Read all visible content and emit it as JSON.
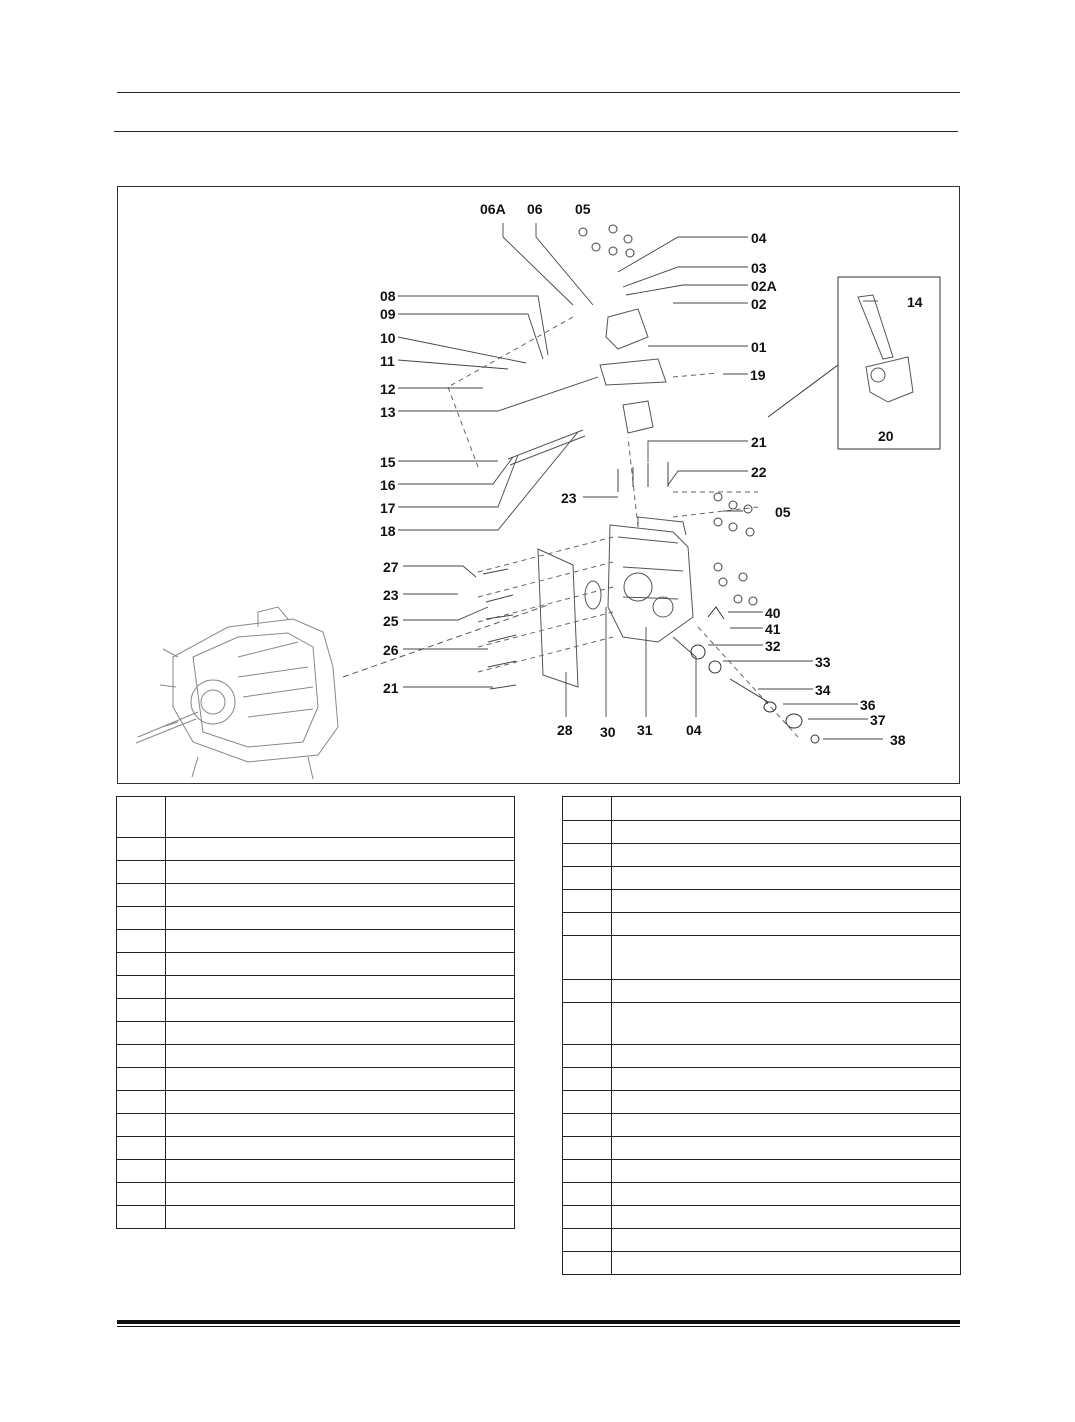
{
  "callouts": [
    {
      "id": "c06a",
      "text": "06A"
    },
    {
      "id": "c06",
      "text": "06"
    },
    {
      "id": "c05top",
      "text": "05"
    },
    {
      "id": "c04top",
      "text": "04"
    },
    {
      "id": "c03",
      "text": "03"
    },
    {
      "id": "c02a",
      "text": "02A"
    },
    {
      "id": "c02",
      "text": "02"
    },
    {
      "id": "c01",
      "text": "01"
    },
    {
      "id": "c08",
      "text": "08"
    },
    {
      "id": "c09",
      "text": "09"
    },
    {
      "id": "c10",
      "text": "10"
    },
    {
      "id": "c11",
      "text": "11"
    },
    {
      "id": "c12",
      "text": "12"
    },
    {
      "id": "c13",
      "text": "13"
    },
    {
      "id": "c14",
      "text": "14"
    },
    {
      "id": "c19",
      "text": "19"
    },
    {
      "id": "c20",
      "text": "20"
    },
    {
      "id": "c15",
      "text": "15"
    },
    {
      "id": "c16",
      "text": "16"
    },
    {
      "id": "c17",
      "text": "17"
    },
    {
      "id": "c18",
      "text": "18"
    },
    {
      "id": "c21top",
      "text": "21"
    },
    {
      "id": "c22",
      "text": "22"
    },
    {
      "id": "c23top",
      "text": "23"
    },
    {
      "id": "c05mid",
      "text": "05"
    },
    {
      "id": "c27",
      "text": "27"
    },
    {
      "id": "c23left",
      "text": "23"
    },
    {
      "id": "c25",
      "text": "25"
    },
    {
      "id": "c26",
      "text": "26"
    },
    {
      "id": "c21left",
      "text": "21"
    },
    {
      "id": "c40",
      "text": "40"
    },
    {
      "id": "c41",
      "text": "41"
    },
    {
      "id": "c32",
      "text": "32"
    },
    {
      "id": "c33",
      "text": "33"
    },
    {
      "id": "c34",
      "text": "34"
    },
    {
      "id": "c36",
      "text": "36"
    },
    {
      "id": "c37",
      "text": "37"
    },
    {
      "id": "c38",
      "text": "38"
    },
    {
      "id": "c28",
      "text": "28"
    },
    {
      "id": "c30",
      "text": "30"
    },
    {
      "id": "c31",
      "text": "31"
    },
    {
      "id": "c04bottom",
      "text": "04"
    }
  ],
  "parts_table_left": {
    "row_count": 18
  },
  "parts_table_right": {
    "row_count": 19
  }
}
